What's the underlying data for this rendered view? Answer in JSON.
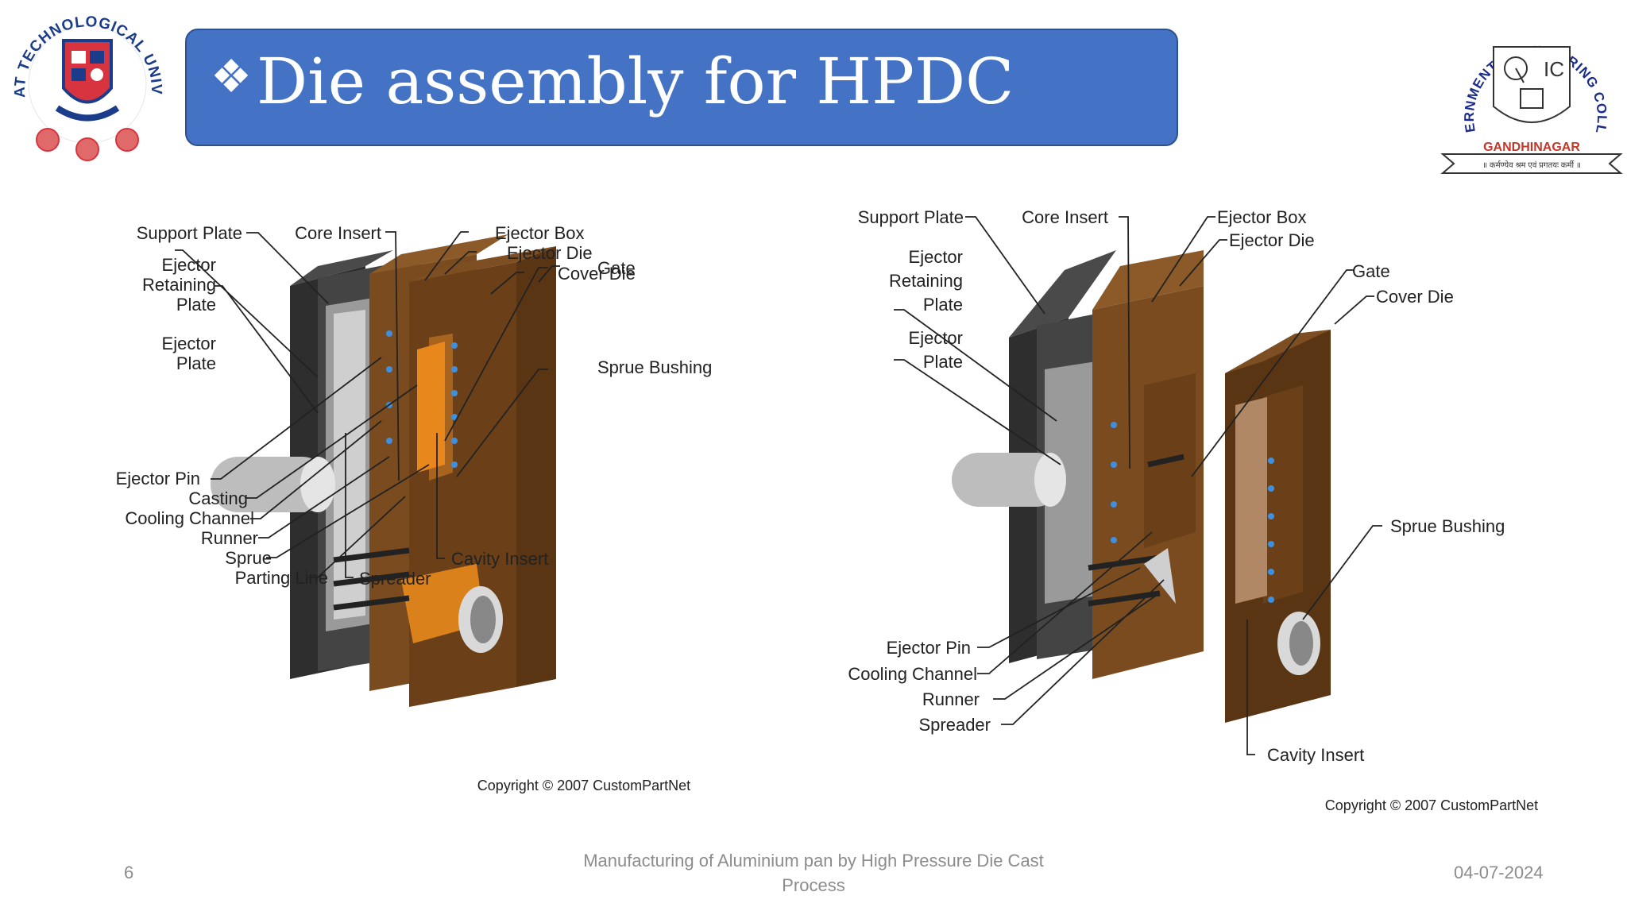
{
  "slide": {
    "title_bullet": "❖",
    "title": "Die assembly for HPDC",
    "page_number": "6",
    "footer_line1": "Manufacturing of Aluminium pan by High Pressure Die Cast",
    "footer_line2": "Process",
    "date": "04-07-2024"
  },
  "logos": {
    "left": {
      "text": "GUJARAT TECHNOLOGICAL UNIVERSITY",
      "colors": {
        "ring": "#1b3b8b",
        "shield": "#d8343f",
        "accent": "#e0a040"
      }
    },
    "right": {
      "arc_text": "GOVERNMENT ENGINEERING COLLEGE",
      "city": "GANDHINAGAR",
      "motto": "॥ कर्मण्येव श्रम एवं प्रगतयः कर्मी ॥",
      "colors": {
        "arc": "#1b2b8b",
        "city": "#c0392b"
      }
    }
  },
  "diagrams": {
    "left": {
      "labels": {
        "support_plate": "Support Plate",
        "core_insert": "Core Insert",
        "ejector_box": "Ejector Box",
        "ejector_die": "Ejector Die",
        "cover_die": "Cover Die",
        "gate": "Gate",
        "ejector_retaining_1": "Ejector",
        "ejector_retaining_2": "Retaining",
        "ejector_retaining_3": "Plate",
        "ejector_plate_1": "Ejector",
        "ejector_plate_2": "Plate",
        "sprue_bushing": "Sprue Bushing",
        "ejector_pin": "Ejector Pin",
        "casting": "Casting",
        "cooling_channel": "Cooling Channel",
        "runner": "Runner",
        "sprue": "Sprue",
        "parting_line": "Parting Line",
        "cavity_insert": "Cavity Insert",
        "spreader": "Spreader"
      },
      "copyright": "Copyright © 2007 CustomPartNet"
    },
    "right": {
      "labels": {
        "support_plate": "Support Plate",
        "core_insert": "Core Insert",
        "ejector_box": "Ejector Box",
        "ejector_die": "Ejector Die",
        "gate": "Gate",
        "cover_die": "Cover Die",
        "ejector_retaining_1": "Ejector",
        "ejector_retaining_2": "Retaining",
        "ejector_retaining_3": "Plate",
        "ejector_plate_1": "Ejector",
        "ejector_plate_2": "Plate",
        "sprue_bushing": "Sprue Bushing",
        "ejector_pin": "Ejector Pin",
        "cooling_channel": "Cooling Channel",
        "runner": "Runner",
        "spreader": "Spreader",
        "cavity_insert": "Cavity Insert"
      },
      "copyright": "Copyright © 2007 CustomPartNet"
    }
  },
  "colors": {
    "title_bg": "#4472c4",
    "die_brown": "#7a4b1f",
    "die_dark_brown": "#5a3514",
    "plate_dark": "#3a3a3a",
    "plate_mid": "#555555",
    "casting_orange": "#e8881c",
    "cooling_blue": "#3d8fe0"
  }
}
